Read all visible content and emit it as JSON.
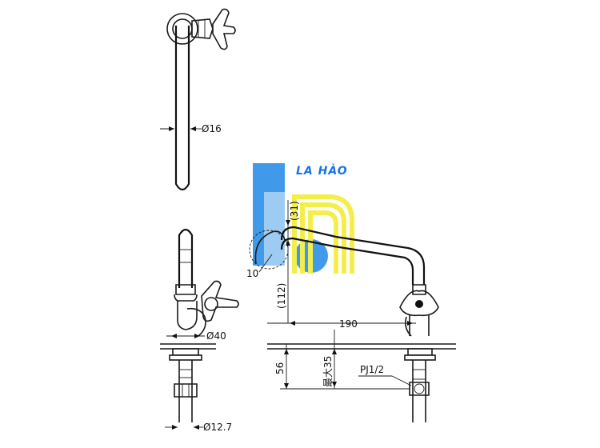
{
  "logo": {
    "text": "LA HÀO",
    "text_color": "#1a73e8",
    "blue": "#1e88e5",
    "light_blue": "#9ecbf2",
    "yellow": "#f3ee4a"
  },
  "dimensions": {
    "spout_diameter": "Ø16",
    "body_diameter": "Ø40",
    "shank_diameter": "Ø12.7",
    "reach": "190",
    "spout_height": "(112)",
    "top_height": "(31)",
    "radius": "10",
    "base_height": "56",
    "max_thickness": "最大35",
    "thread": "PJ1/2"
  }
}
